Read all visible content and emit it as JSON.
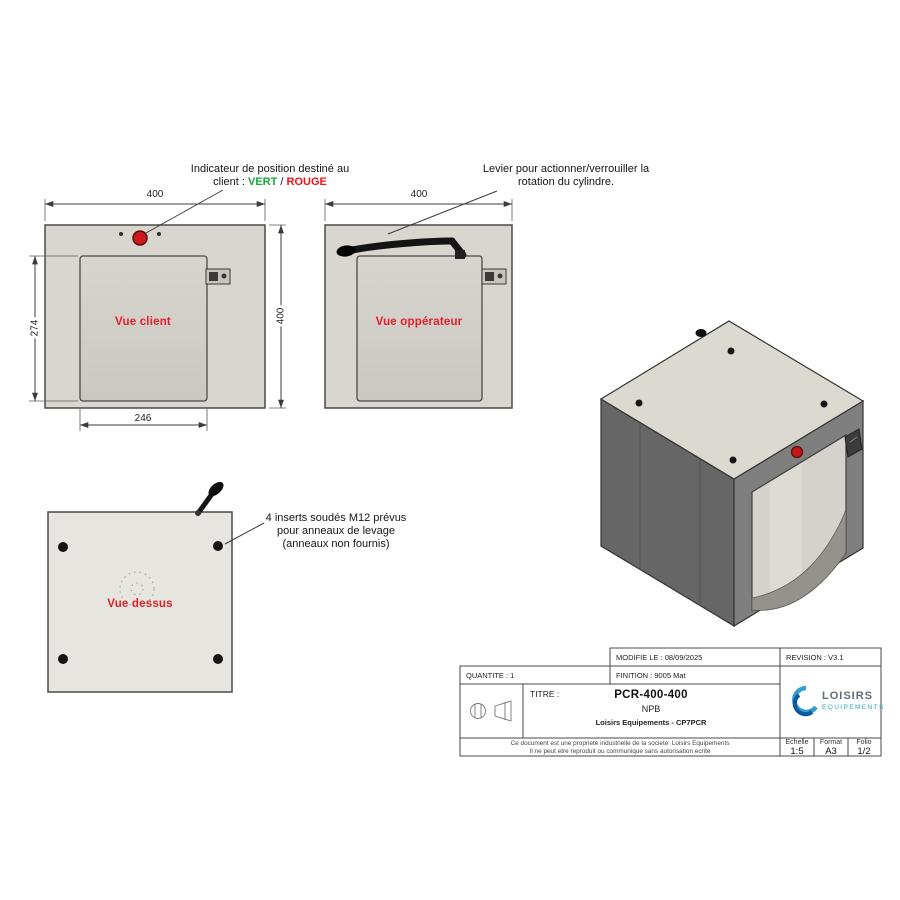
{
  "annotations": {
    "indicator": {
      "line1": "Indicateur de position destiné au",
      "prefix": "client : ",
      "vert": "VERT",
      "separator": " / ",
      "rouge": "ROUGE"
    },
    "lever": {
      "line1": "Levier pour actionner/verrouiller la",
      "line2": "rotation du cylindre."
    },
    "inserts": {
      "line1": "4 inserts soudés M12 prévus",
      "line2": "pour anneaux de levage",
      "line3": "(anneaux non fournis)"
    }
  },
  "views": {
    "client_label": "Vue client",
    "operator_label": "Vue oppérateur",
    "top_label": "Vue dessus"
  },
  "dimensions": {
    "front_width": "400",
    "front_height": "400",
    "door_height": "274",
    "door_width": "246",
    "operator_width": "400"
  },
  "titleblock": {
    "modified": "MODIFIE LE : 08/09/2025",
    "revision": "REVISION : V3.1",
    "quantity": "QUANTITE : 1",
    "finish": "FINITION : 9005 Mat",
    "title_label": "TITRE :",
    "part_number": "PCR-400-400",
    "subtitle": "NPB",
    "reference": "Loisirs Equipements - CP7PCR",
    "legal_line1": "Ce document est une propriete industrielle de la societe  Loisirs Equipements",
    "legal_line2": "Il ne peut etre reproduit ou communique sans autorisation ecrite",
    "scale_label": "Echelle",
    "scale_value": "1:5",
    "format_label": "Format",
    "format_value": "A3",
    "folio_label": "Folio",
    "folio_value": "1/2"
  },
  "logo": {
    "line1": "LOISIRS",
    "line2": "EQUIPEMENTS"
  },
  "colors": {
    "accent_red": "#d91a1a",
    "indicator_green": "#17a53a",
    "indicator_red": "#ed1515",
    "panel_gray": "#d8d6cf",
    "logo_teal": "#27aab6"
  }
}
